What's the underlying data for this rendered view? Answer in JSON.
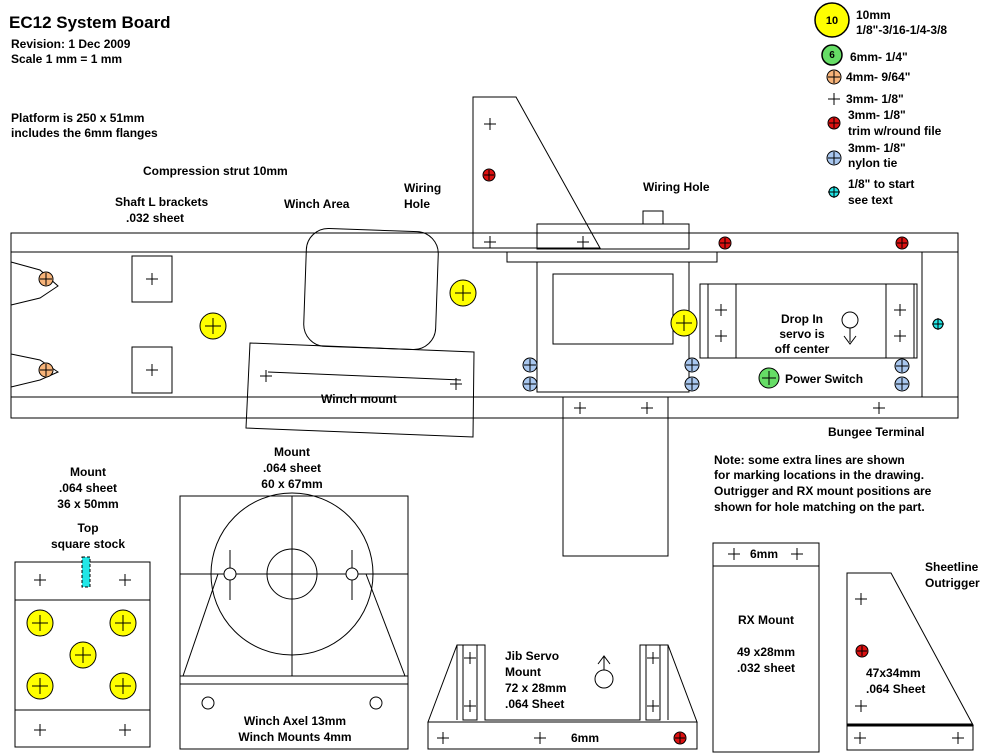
{
  "header": {
    "title": "EC12 System Board",
    "revision": "Revision: 1 Dec 2009",
    "scale": "Scale 1 mm = 1 mm"
  },
  "notes": {
    "platform_1": "Platform is 250 x 51mm",
    "platform_2": "includes the 6mm flanges",
    "compression_strut": "Compression strut 10mm",
    "note_1": "Note: some extra lines are shown",
    "note_2": "for marking locations in the drawing.",
    "note_3": "Outrigger and RX mount positions are",
    "note_4": "shown for hole matching on the part."
  },
  "legend": {
    "hole_10mm_badge": "10",
    "hole_10mm_1": "10mm",
    "hole_10mm_2": "1/8\"-3/16-1/4-3/8",
    "hole_6mm_badge": "6",
    "hole_6mm": "6mm- 1/4\"",
    "hole_4mm": "4mm- 9/64\"",
    "hole_3mm": "3mm- 1/8\"",
    "hole_3mm_red_1": "3mm- 1/8\"",
    "hole_3mm_red_2": "trim w/round file",
    "hole_3mm_blue_1": "3mm- 1/8\"",
    "hole_3mm_blue_2": "nylon tie",
    "hole_start_1": "1/8\" to start",
    "hole_start_2": "see text"
  },
  "labels": {
    "shaft_brackets_1": "Shaft L brackets",
    "shaft_brackets_2": ".032 sheet",
    "winch_area": "Winch Area",
    "wiring_hole_left_1": "Wiring",
    "wiring_hole_left_2": "Hole",
    "wiring_hole_right": "Wiring Hole",
    "drop_in_1": "Drop In",
    "drop_in_2": "servo is",
    "drop_in_3": "off center",
    "power_switch": "Power Switch",
    "winch_mount": "Winch mount",
    "bungee_terminal": "Bungee Terminal"
  },
  "parts": {
    "mount_small": {
      "l1": "Mount",
      "l2": ".064 sheet",
      "l3": "36 x 50mm",
      "top1": "Top",
      "top2": "square stock"
    },
    "mount_large": {
      "l1": "Mount",
      "l2": ".064 sheet",
      "l3": "60 x 67mm"
    },
    "winch_axel": {
      "l1": "Winch Axel 13mm",
      "l2": "Winch Mounts 4mm"
    },
    "jib_servo": {
      "l1": "Jib Servo",
      "l2": "Mount",
      "l3": "72 x 28mm",
      "l4": ".064 Sheet",
      "bottom": "6mm"
    },
    "rx_mount": {
      "top": "6mm",
      "l1": "RX Mount",
      "l2": "49 x28mm",
      "l3": ".032 sheet"
    },
    "outrigger": {
      "t1": "Sheetline",
      "t2": "Outrigger",
      "l1": "47x34mm",
      "l2": ".064 Sheet"
    }
  },
  "colors": {
    "hole_10mm": "#ffff00",
    "hole_6mm": "#66dd66",
    "hole_4mm": "#f7b47a",
    "hole_red": "#dd1111",
    "hole_blue": "#a9c7ef",
    "hole_cyan": "#22e6e6"
  }
}
